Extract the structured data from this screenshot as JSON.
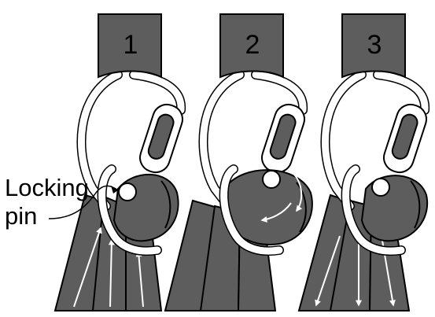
{
  "panels": [
    {
      "label": "1",
      "strap_arrows": "up",
      "pulley_arrows": false
    },
    {
      "label": "2",
      "strap_arrows": "none",
      "pulley_arrows": true
    },
    {
      "label": "3",
      "strap_arrows": "down",
      "pulley_arrows": false
    }
  ],
  "callout": {
    "line1": "Locking",
    "line2": "pin"
  },
  "colors": {
    "fill": "#5d5d5d",
    "stroke": "#000000",
    "arrow": "#ffffff",
    "background": "#ffffff"
  }
}
